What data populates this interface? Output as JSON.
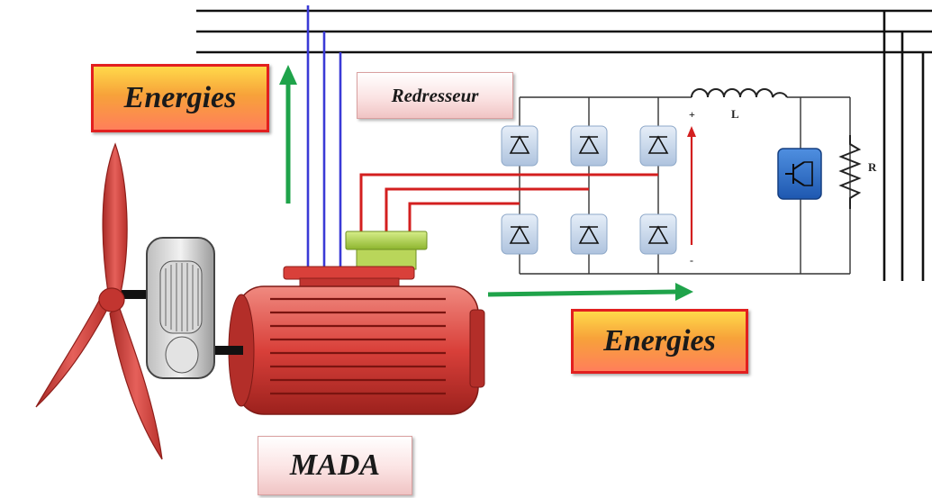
{
  "labels": {
    "energy_left": "Energies",
    "energy_right": "Energies",
    "rectifier": "Redresseur",
    "machine": "MADA",
    "inductor": "L",
    "resistor": "R",
    "dc_plus": "+",
    "dc_minus": "-"
  },
  "colors": {
    "grid_lines": "#111111",
    "stator_wires": "#3a3ad6",
    "rotor_wires": "#d31f1f",
    "energy_arrow": "#1fa34a",
    "machine_body": "#d9403a",
    "blade": "#d64a45",
    "energy_box_border": "#e21f1f"
  },
  "icons": [
    "diode-icon",
    "igbt-transistor-icon",
    "inductor-icon",
    "resistor-icon",
    "wind-turbine-icon",
    "gearbox-icon",
    "generator-icon"
  ]
}
